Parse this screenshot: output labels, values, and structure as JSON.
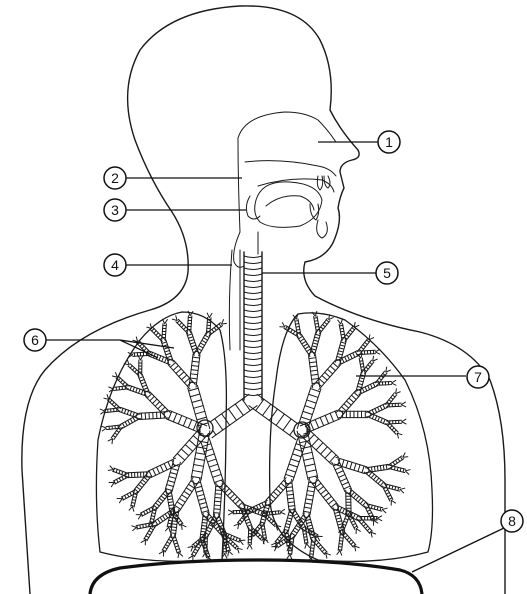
{
  "labels": [
    {
      "id": "1",
      "text": "1"
    },
    {
      "id": "2",
      "text": "2"
    },
    {
      "id": "3",
      "text": "3"
    },
    {
      "id": "4",
      "text": "4"
    },
    {
      "id": "5",
      "text": "5"
    },
    {
      "id": "6",
      "text": "6"
    },
    {
      "id": "7",
      "text": "7"
    },
    {
      "id": "8",
      "text": "8"
    }
  ]
}
